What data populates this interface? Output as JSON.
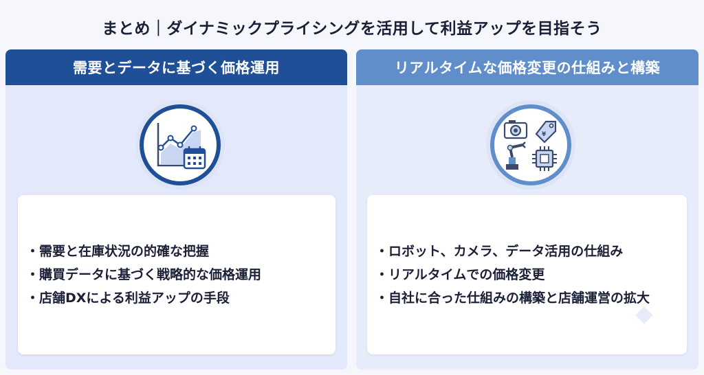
{
  "page": {
    "title": "まとめ｜ダイナミックプライシングを活用して利益アップを目指そう"
  },
  "left_panel": {
    "header": "需要とデータに基づく価格運用",
    "icon": "chart-calendar-icon",
    "items": [
      "需要と在庫状況の的確な把握",
      "購買データに基づく戦略的な価格運用",
      "店舗DXによる利益アップの手段"
    ]
  },
  "right_panel": {
    "header": "リアルタイムな価格変更の仕組みと構築",
    "icons": [
      "camera-icon",
      "price-tag-icon",
      "robot-arm-icon",
      "chip-icon"
    ],
    "items": [
      "ロボット、カメラ、データ活用の仕組み",
      "リアルタイムでの価格変更",
      "自社に合った仕組みの構築と店舗運営の拡大"
    ]
  },
  "colors": {
    "left_accent": "#1f4f97",
    "right_accent": "#5f8ecb",
    "background": "#f5f7fd"
  }
}
